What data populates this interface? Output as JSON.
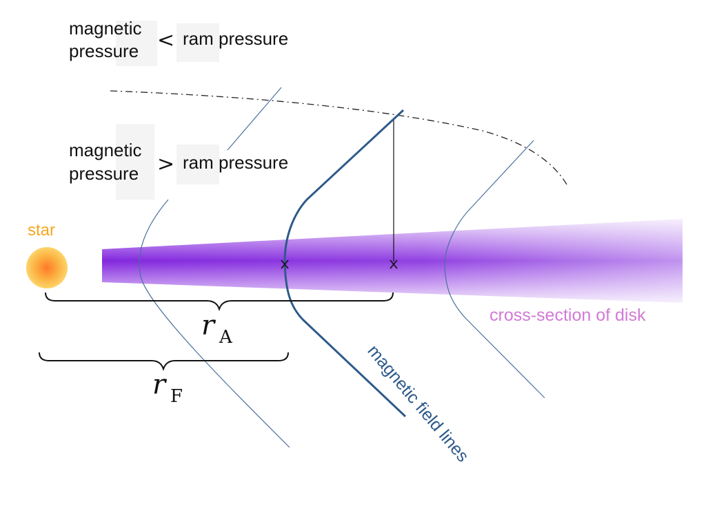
{
  "labels": {
    "top_condition": {
      "line1": "magnetic",
      "line2": "pressure",
      "operator": "<",
      "rhs": "ram pressure"
    },
    "bottom_condition": {
      "line1": "magnetic",
      "line2": "pressure",
      "operator": ">",
      "rhs": "ram pressure"
    },
    "star": "star",
    "disk": "cross-section of disk",
    "field_lines": "magnetic field lines",
    "r_alfven": {
      "symbol": "r",
      "subscript": "A"
    },
    "r_flip": {
      "symbol": "r",
      "subscript": "F"
    }
  },
  "colors": {
    "star_orange": "#f5a623",
    "disk_purple": "#8a2be2",
    "disk_label_pink": "#d17ad6",
    "field_line_blue": "#2e5a8a",
    "thin_line_blue": "#4a6f9c"
  }
}
